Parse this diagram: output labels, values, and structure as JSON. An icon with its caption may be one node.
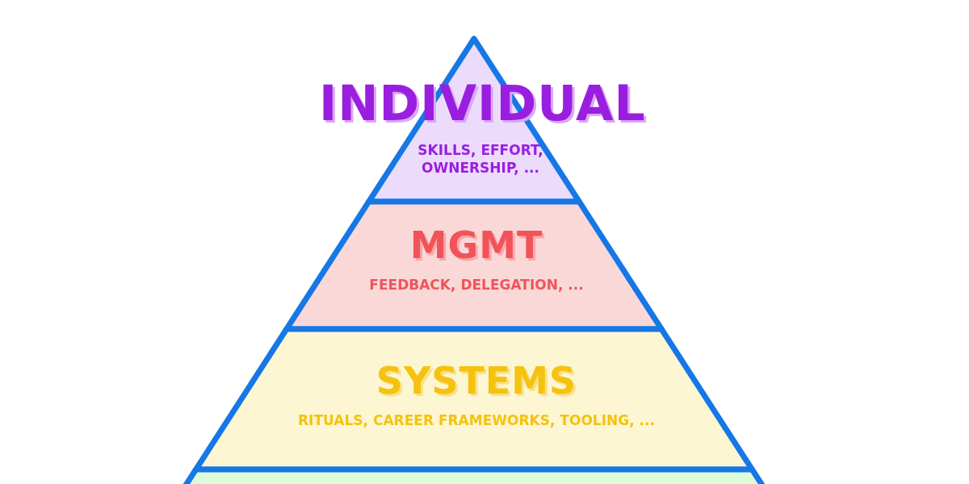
{
  "diagram": {
    "nodes": [
      {
        "text": [
          "INDIVIDUAL",
          "SKILLS, EFFORT, OWNERSHIP, ..."
        ]
      },
      {
        "text": [
          "MGMT",
          "FEEDBACK, DELEGATION, ..."
        ]
      },
      {
        "text": [
          "SYSTEMS",
          "RITUALS, CAREER FRAMEWORKS, TOOLING, ..."
        ]
      },
      {
        "text": [],
        "shape": "band"
      }
    ]
  }
}
